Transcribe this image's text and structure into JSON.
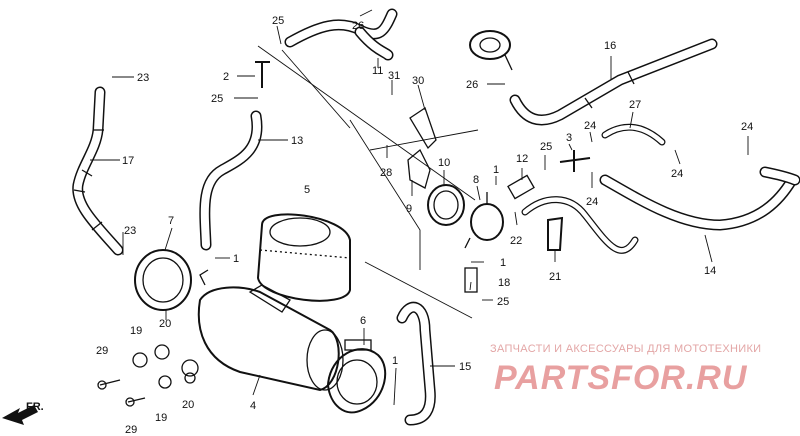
{
  "diagram": {
    "labels": [
      "1",
      "2",
      "3",
      "4",
      "5",
      "6",
      "7",
      "8",
      "9",
      "10",
      "11",
      "12",
      "13",
      "14",
      "15",
      "16",
      "17",
      "18",
      "19",
      "20",
      "21",
      "22",
      "23",
      "24",
      "25",
      "26",
      "27",
      "28",
      "29",
      "30",
      "31"
    ],
    "direction_label": "FR.",
    "watermark": {
      "line1": "ЗАПЧАСТИ И АКСЕССУАРЫ ДЛЯ МОТОТЕХНИКИ",
      "line2": "PARTSFOR.RU"
    }
  }
}
